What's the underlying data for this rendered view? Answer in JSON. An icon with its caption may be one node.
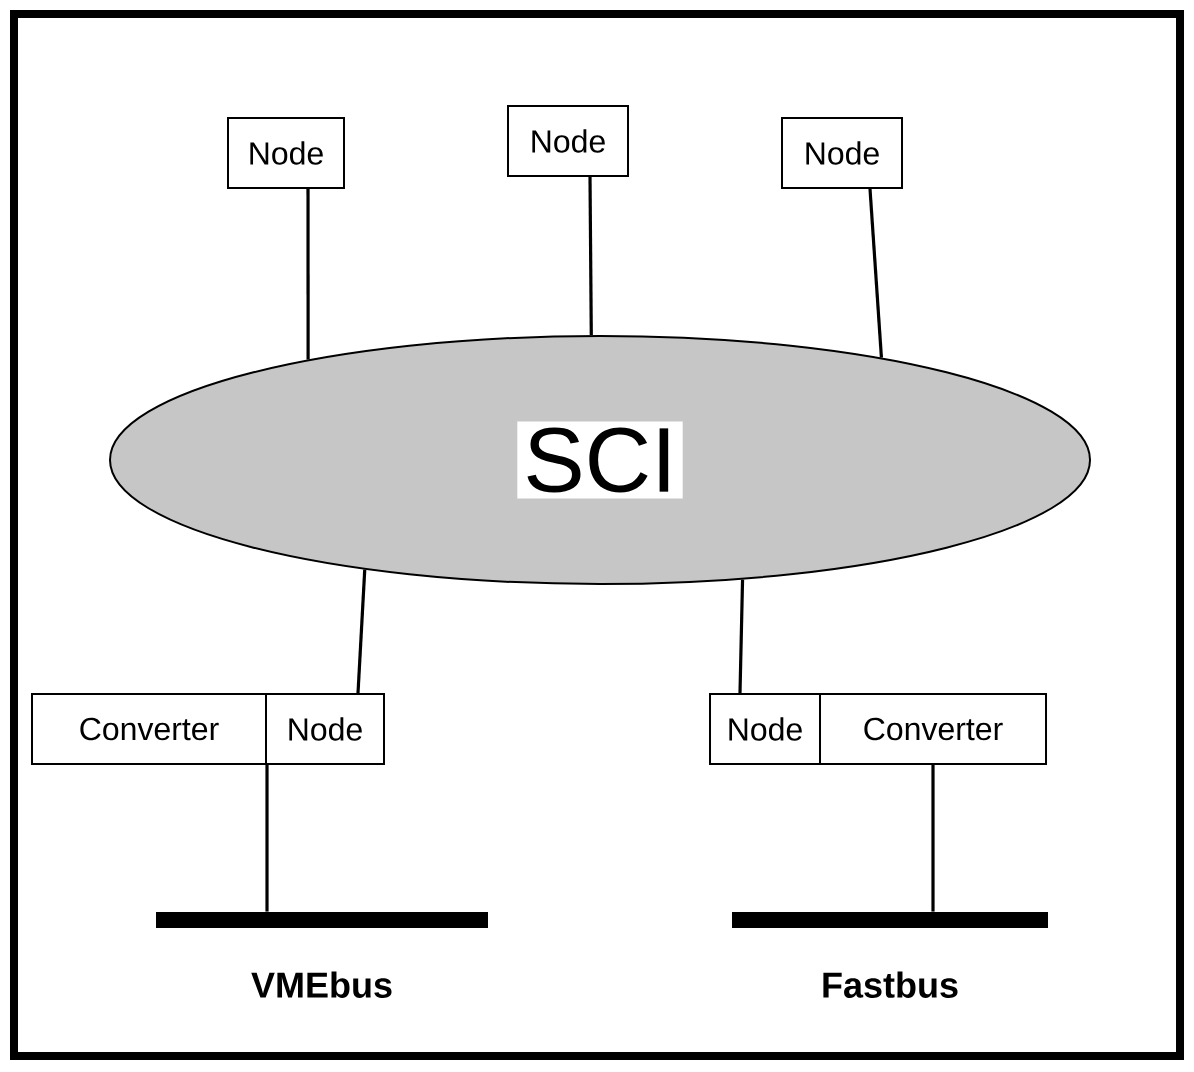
{
  "diagram": {
    "nodes": [
      {
        "text": [
          "SCI"
        ]
      },
      {
        "text": [
          "Node"
        ]
      },
      {
        "text": [
          "Node"
        ]
      },
      {
        "text": [
          "Node"
        ]
      },
      {
        "text": [
          "Converter"
        ]
      },
      {
        "text": [
          "Node"
        ]
      },
      {
        "text": [
          "Node"
        ]
      },
      {
        "text": [
          "Converter"
        ]
      },
      {
        "text": [],
        "shape": "bar",
        "beside": [
          "VMEbus"
        ]
      },
      {
        "text": [],
        "shape": "bar",
        "beside": [
          "Fastbus"
        ]
      }
    ],
    "edges": [
      {
        "from": 1,
        "to": 0,
        "arrow": "none"
      },
      {
        "from": 2,
        "to": 0,
        "arrow": "none"
      },
      {
        "from": 3,
        "to": 0,
        "arrow": "none"
      },
      {
        "from": 5,
        "to": 0,
        "arrow": "none"
      },
      {
        "from": 6,
        "to": 0,
        "arrow": "none"
      },
      {
        "from": 4,
        "to": 8,
        "arrow": "none"
      },
      {
        "from": 7,
        "to": 9,
        "arrow": "none"
      }
    ]
  }
}
